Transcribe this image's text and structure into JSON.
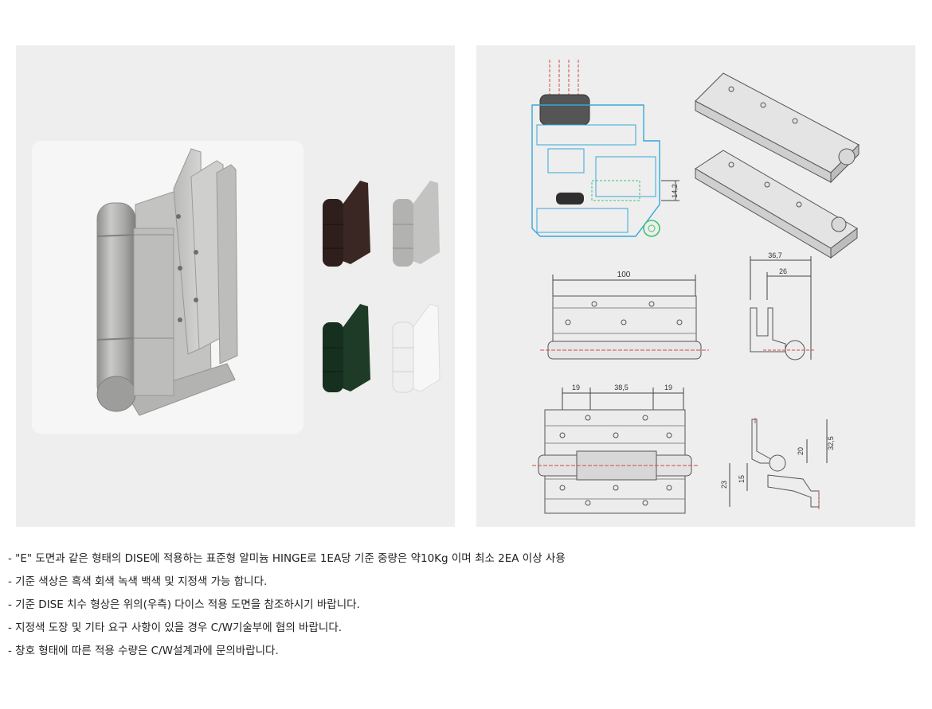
{
  "notes": [
    "- \"E\" 도면과 같은 형태의 DISE에 적용하는 표준형 알미늄 HINGE로 1EA당 기준 중량은 약10Kg 이며 최소 2EA 이상 사용",
    "- 기준 색상은 흑색 회색 녹색 백색 및 지정색 가능 합니다.",
    "- 기준 DISE 치수 형상은 위의(우측) 다이스 적용 도면을 참조하시기 바랍니다.",
    "- 지정색 도장 및 기타 요구 사항이 있을 경우 C/W기술부에 협의 바랍니다.",
    "- 창호 형태에 따른 적용 수량은 C/W설계과에 문의바랍니다."
  ],
  "dimensions": {
    "section_height": "14,2",
    "hinge_length": "100",
    "profile_width": "36,7",
    "profile_inner": "26",
    "hole_left": "19",
    "hole_middle": "38,5",
    "hole_right": "19",
    "profile_h1": "32,5",
    "profile_h2": "20",
    "profile_h3": "15",
    "profile_h4": "23"
  },
  "color_samples": [
    {
      "name": "black",
      "color": "#3a2622"
    },
    {
      "name": "gray",
      "color": "#bfbfbd"
    },
    {
      "name": "green",
      "color": "#1d3b27"
    },
    {
      "name": "white",
      "color": "#f3f3f3"
    }
  ]
}
